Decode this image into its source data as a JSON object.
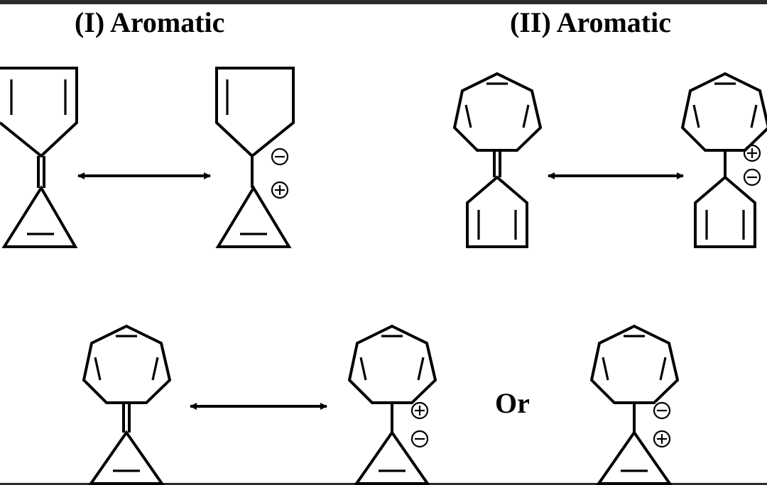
{
  "titles": {
    "structure_1": "(I) Aromatic",
    "structure_2": "(II) Aromatic"
  },
  "connector_word": "Or",
  "charges": {
    "positive": "+",
    "negative": "−"
  }
}
